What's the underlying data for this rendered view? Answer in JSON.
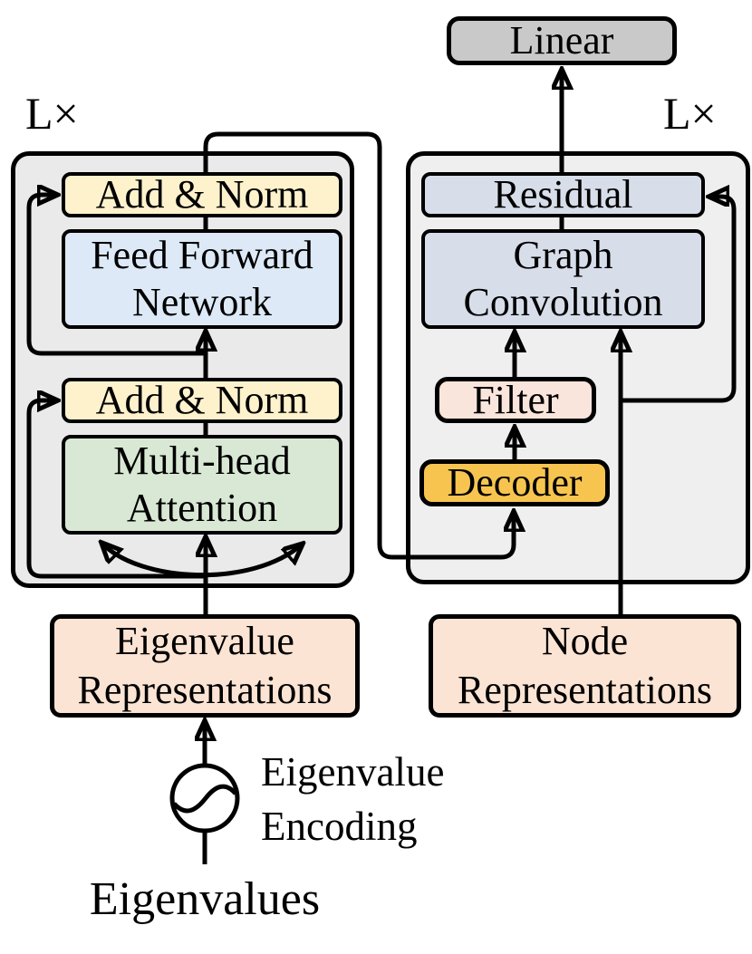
{
  "diagram": {
    "output_head": {
      "linear": "Linear"
    },
    "encoder_block": {
      "repeat_label": "L×",
      "add_norm_top": "Add & Norm",
      "ffn": {
        "line1": "Feed Forward",
        "line2": "Network"
      },
      "add_norm_bottom": "Add & Norm",
      "attention": {
        "line1": "Multi-head",
        "line2": "Attention"
      }
    },
    "gnn_block": {
      "repeat_label": "L×",
      "residual": "Residual",
      "graph_conv": {
        "line1": "Graph",
        "line2": "Convolution"
      },
      "filter": "Filter",
      "decoder": "Decoder"
    },
    "inputs": {
      "eigen_reps": {
        "line1": "Eigenvalue",
        "line2": "Representations"
      },
      "node_reps": {
        "line1": "Node",
        "line2": "Representations"
      },
      "encoding": {
        "line1": "Eigenvalue",
        "line2": "Encoding"
      },
      "eigenvalues_label": "Eigenvalues"
    },
    "icons": {
      "eigen_encoding_icon": "sine-wave-source"
    },
    "colors": {
      "add_norm_fill": "#fdf2cc",
      "ffn_fill": "#dde9f6",
      "attention_fill": "#d9e8d4",
      "residual_graph_conv_fill": "#d7deea",
      "filter_fill": "#fae5dc",
      "decoder_fill": "#f7c54f",
      "representations_fill": "#fbe4d4",
      "linear_fill": "#c9c9c9",
      "encoder_block_bg": "#eaeaea",
      "gnn_block_bg": "#efefef",
      "line_color": "#000000"
    }
  }
}
